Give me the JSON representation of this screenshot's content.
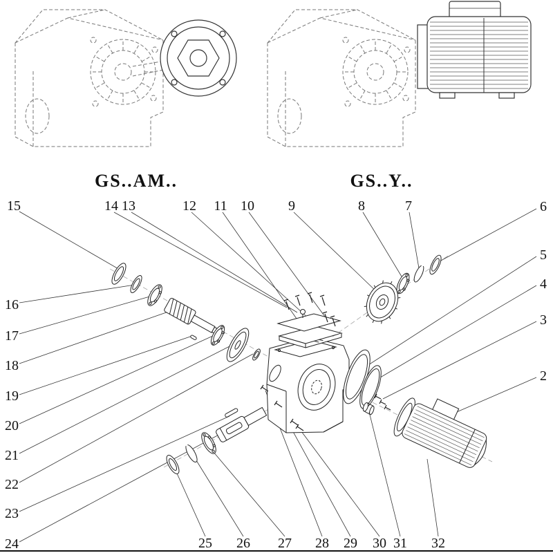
{
  "diagram": {
    "title_left": "GS..AM..",
    "title_right": "GS..Y..",
    "type": "exploded-parts-diagram"
  },
  "colors": {
    "ink": "#1a1a1a",
    "ghost_outline": "#777777"
  },
  "callouts": {
    "c2": "2",
    "c3": "3",
    "c4": "4",
    "c5": "5",
    "c6": "6",
    "c7": "7",
    "c8": "8",
    "c9": "9",
    "c10": "10",
    "c11": "11",
    "c12": "12",
    "c13": "13",
    "c14": "14",
    "c15": "15",
    "c16": "16",
    "c17": "17",
    "c18": "18",
    "c19": "19",
    "c20": "20",
    "c21": "21",
    "c22": "22",
    "c23": "23",
    "c24": "24",
    "c25": "25",
    "c26": "26",
    "c27": "27",
    "c28": "28",
    "c29": "29",
    "c30": "30",
    "c31": "31",
    "c32": "32"
  }
}
